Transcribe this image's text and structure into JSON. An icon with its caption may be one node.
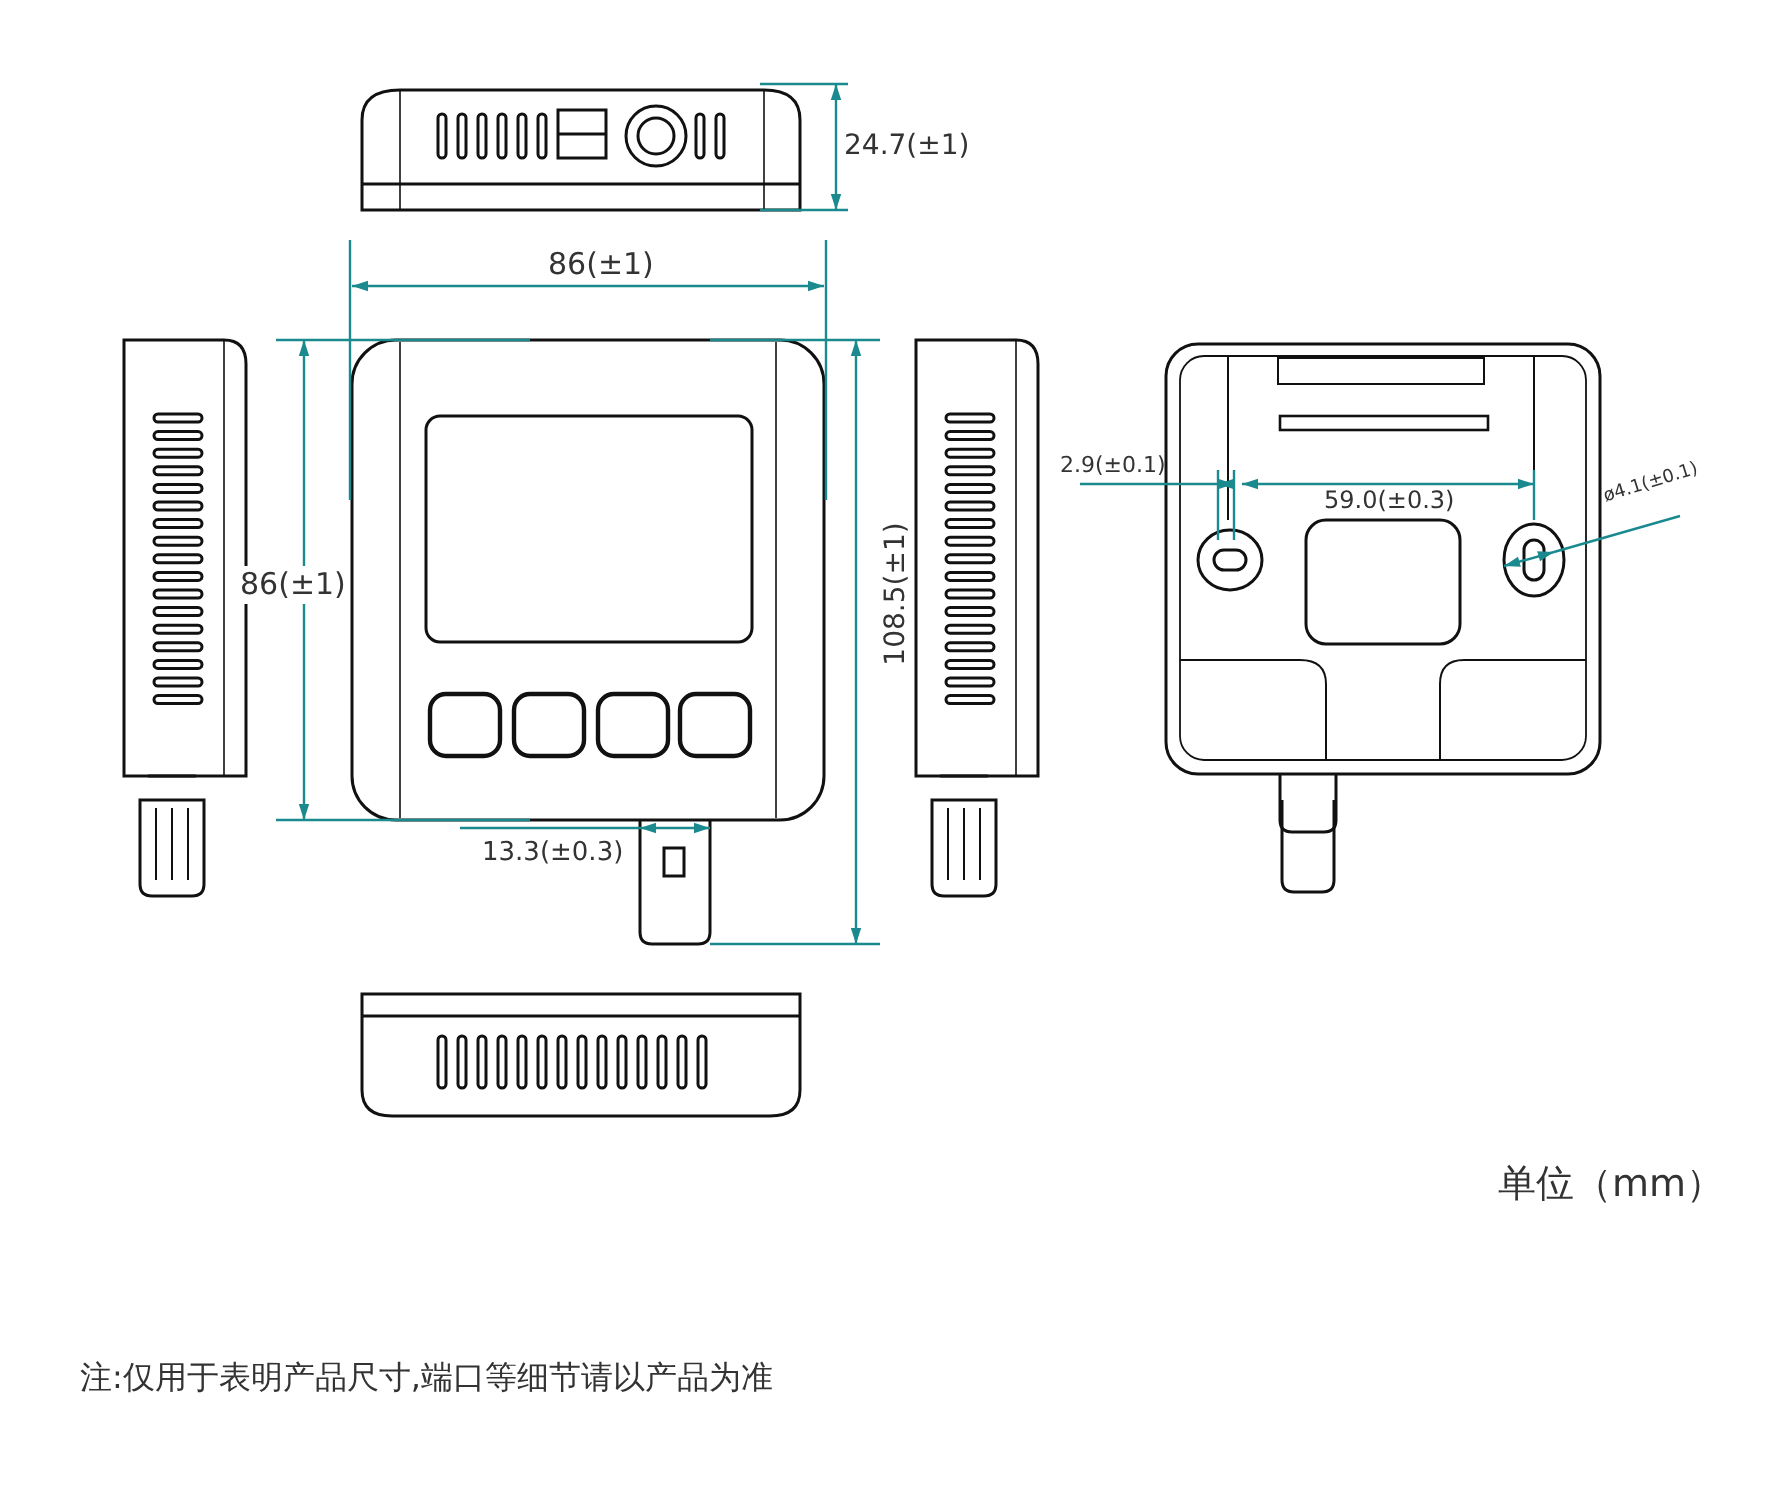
{
  "diagram": {
    "labels": [
      "24.7(±1)",
      "86(±1)",
      "86(±1)",
      "108.5(±1)",
      "13.3(±0.3)",
      "2.9(±0.1)",
      "59.0(±0.3)",
      "ø4.1(±0.1)",
      "单位（mm）",
      "注:仅用于表明产品尺寸,端口等细节请以产品为准"
    ]
  }
}
